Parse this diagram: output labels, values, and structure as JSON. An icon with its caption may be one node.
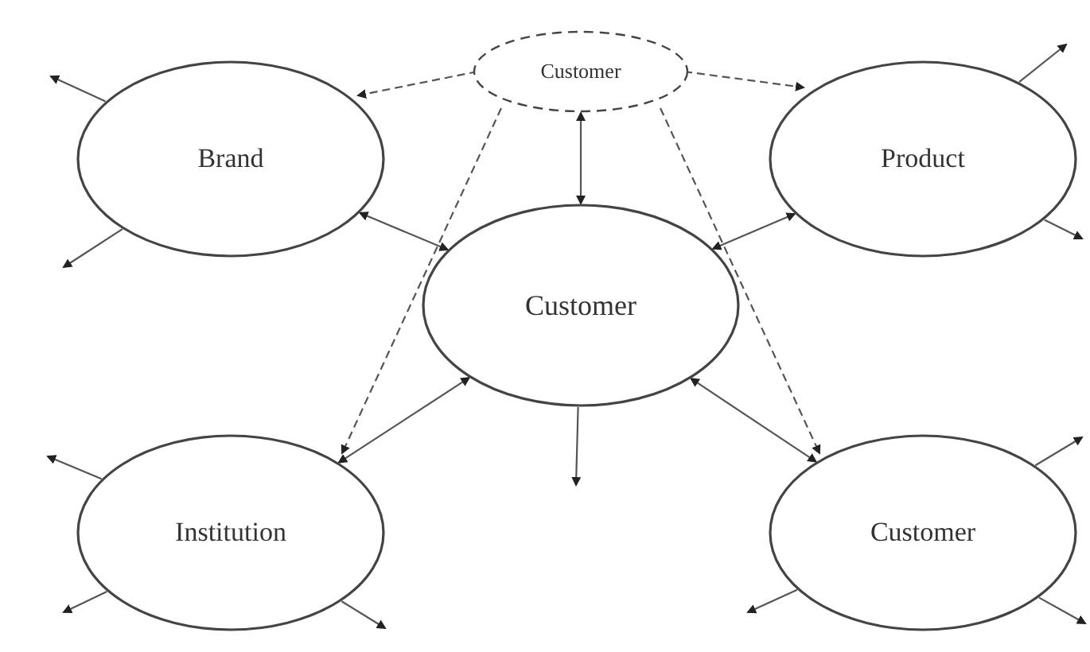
{
  "diagram": {
    "nodes": [
      {
        "text": [
          "Customer"
        ]
      },
      {
        "text": [
          "Brand"
        ]
      },
      {
        "text": [
          "Product"
        ]
      },
      {
        "text": [
          "Customer"
        ]
      },
      {
        "text": [
          "Institution"
        ]
      },
      {
        "text": [
          "Customer"
        ]
      }
    ],
    "edges": [
      {
        "from": 0,
        "to": 1,
        "arrow": "to",
        "style": "dashed"
      },
      {
        "from": 0,
        "to": 2,
        "arrow": "to",
        "style": "dashed"
      },
      {
        "from": 0,
        "to": 3,
        "arrow": "both"
      },
      {
        "from": 0,
        "to": 4,
        "arrow": "to",
        "style": "dashed"
      },
      {
        "from": 0,
        "to": 5,
        "arrow": "to",
        "style": "dashed"
      },
      {
        "from": 3,
        "to": 1,
        "arrow": "both"
      },
      {
        "from": 3,
        "to": 2,
        "arrow": "both"
      },
      {
        "from": 3,
        "to": 4,
        "arrow": "both"
      },
      {
        "from": 3,
        "to": 5,
        "arrow": "both"
      },
      {
        "from": 1,
        "to": null,
        "arrow": "to"
      },
      {
        "from": 1,
        "to": null,
        "arrow": "to"
      },
      {
        "from": 2,
        "to": null,
        "arrow": "to"
      },
      {
        "from": 2,
        "to": null,
        "arrow": "to"
      },
      {
        "from": 3,
        "to": null,
        "arrow": "to"
      },
      {
        "from": 4,
        "to": null,
        "arrow": "to"
      },
      {
        "from": 4,
        "to": null,
        "arrow": "to"
      },
      {
        "from": 4,
        "to": null,
        "arrow": "to"
      },
      {
        "from": 5,
        "to": null,
        "arrow": "to"
      },
      {
        "from": 5,
        "to": null,
        "arrow": "to"
      },
      {
        "from": 5,
        "to": null,
        "arrow": "to"
      }
    ]
  }
}
